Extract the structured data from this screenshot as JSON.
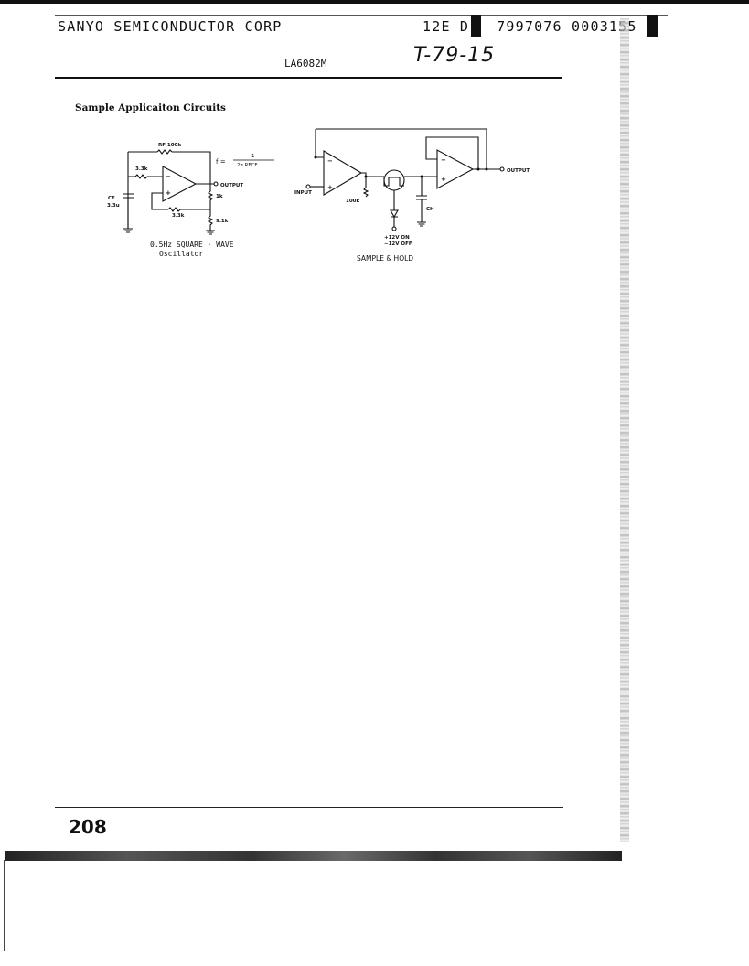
{
  "header": {
    "company": "SANYO SEMICONDUCTOR CORP",
    "code": "12E D",
    "doc_number": "7997076 0003155 3",
    "part_number": "LA6082M",
    "handwritten_ref": "T-79-15"
  },
  "section": {
    "title": "Sample Applicaiton Circuits"
  },
  "oscillator": {
    "labels": {
      "rf": "RF 100k",
      "r_left": "3.3k",
      "formula_lhs": "f =",
      "formula_num": "1",
      "formula_den": "2π RFCF",
      "output": "OUTPUT",
      "r_1k": "1k",
      "cf": "CF",
      "cf_val": "3.3u",
      "r_bottom": "3.3k",
      "r_91k": "9.1k",
      "minus": "−",
      "plus": "+"
    },
    "caption_line1": "0.5Hz  SQUARE · WAVE",
    "caption_line2": "Oscillator"
  },
  "sample_hold": {
    "labels": {
      "input": "INPUT",
      "r_100k": "100k",
      "ch": "CH",
      "on": "+12V  ON",
      "off": "−12V  OFF",
      "output": "OUTPUT",
      "minus": "−",
      "plus": "+"
    },
    "caption": "SAMPLE & HOLD"
  },
  "footer": {
    "page_number": "208"
  }
}
